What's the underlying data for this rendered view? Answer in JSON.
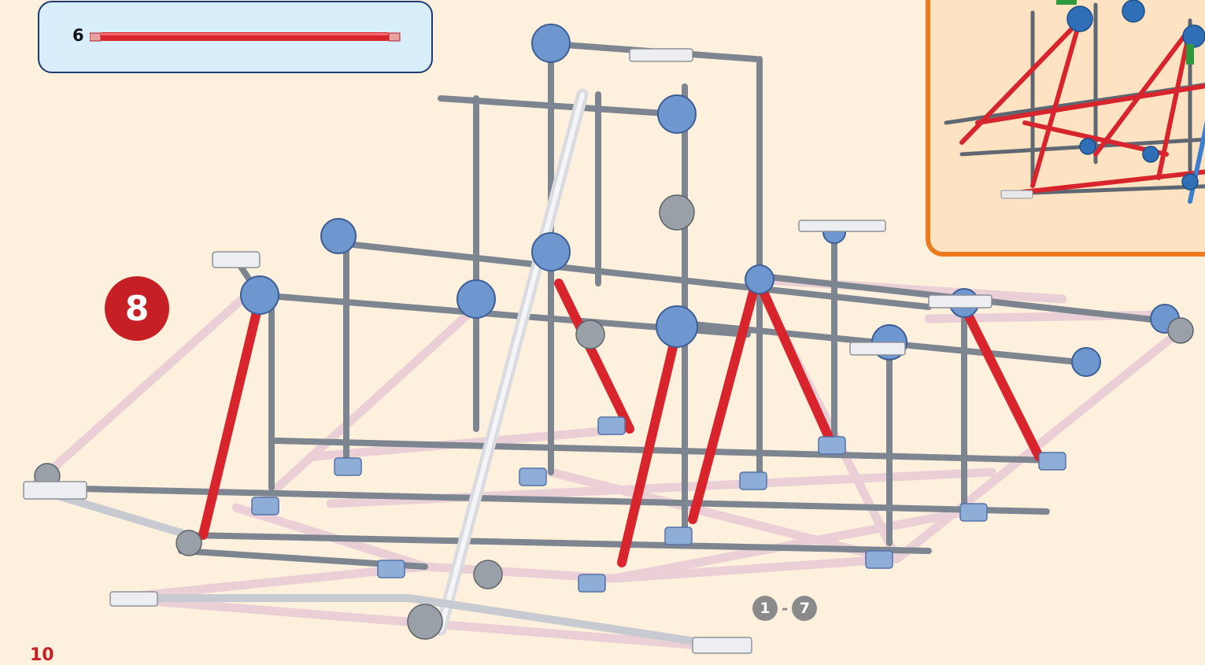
{
  "parts": {
    "quantity": "6",
    "rod_color": "#d8242c"
  },
  "step": {
    "number": "8",
    "previous_range": {
      "from": "1",
      "separator": "-",
      "to": "7"
    }
  },
  "page": {
    "number": "10"
  },
  "colors": {
    "badge_red": "#c62026",
    "range_gray": "#8a8a8a",
    "inset_border": "#ec7a1f",
    "box_border": "#1c3a73",
    "rod_red": "#d8242c",
    "rod_gray": "#7d8591",
    "rod_pink": "#eacfd6",
    "connector_blue": "#6f97cf",
    "rod_blue": "#3a7fd0"
  },
  "icons": [
    "red-rod-icon",
    "connector-icon"
  ]
}
